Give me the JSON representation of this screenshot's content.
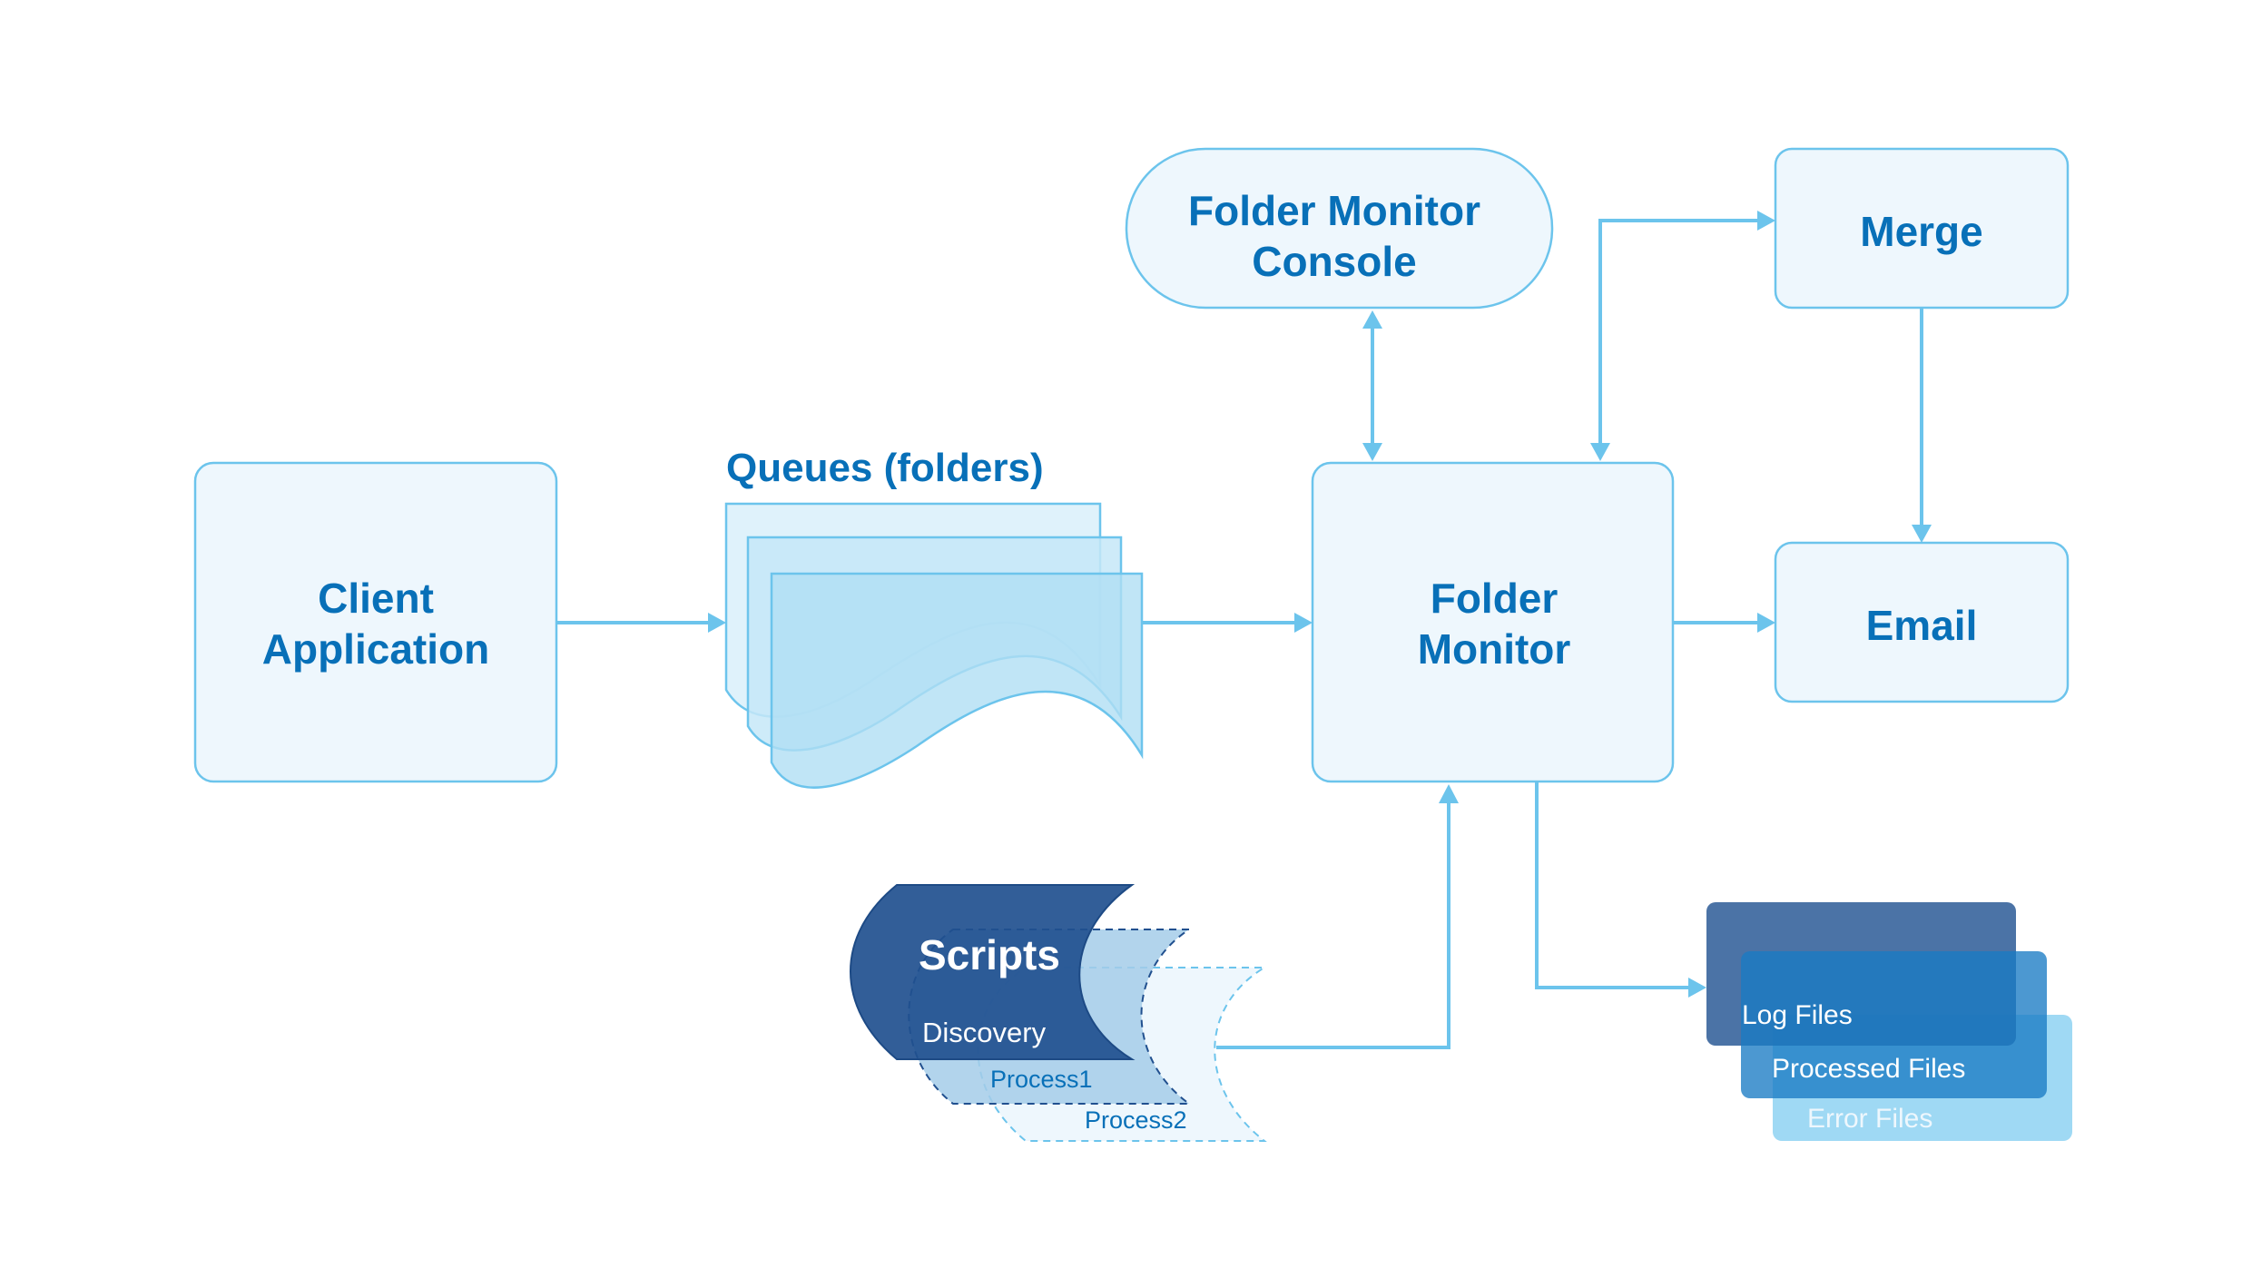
{
  "diagram": {
    "nodes": {
      "client_application": {
        "line1": "Client",
        "line2": "Application"
      },
      "queues": {
        "label": "Queues (folders)"
      },
      "folder_monitor_console": {
        "line1": "Folder Monitor",
        "line2": "Console"
      },
      "merge": {
        "label": "Merge"
      },
      "folder_monitor": {
        "line1": "Folder",
        "line2": "Monitor"
      },
      "email": {
        "label": "Email"
      },
      "scripts": {
        "title": "Scripts",
        "items": [
          "Discovery",
          "Process1",
          "Process2"
        ]
      },
      "files": {
        "items": [
          "Log Files",
          "Processed Files",
          "Error Files"
        ]
      }
    },
    "edges": [
      {
        "from": "Client Application",
        "to": "Queues (folders)",
        "direction": "forward"
      },
      {
        "from": "Queues (folders)",
        "to": "Folder Monitor",
        "direction": "forward"
      },
      {
        "from": "Folder Monitor Console",
        "to": "Folder Monitor",
        "direction": "both"
      },
      {
        "from": "Folder Monitor",
        "to": "Merge",
        "direction": "both"
      },
      {
        "from": "Merge",
        "to": "Email",
        "direction": "forward"
      },
      {
        "from": "Folder Monitor",
        "to": "Email",
        "direction": "forward"
      },
      {
        "from": "Scripts",
        "to": "Folder Monitor",
        "direction": "forward"
      },
      {
        "from": "Folder Monitor",
        "to": "Files",
        "direction": "forward"
      }
    ],
    "colors": {
      "box_fill": "#eef7fd",
      "box_stroke": "#6cc4ec",
      "text": "#0870b8",
      "connector": "#6cc4ec",
      "scripts_dark": "#21508f",
      "log_files": "#2c5a97",
      "processed_files": "#1a7bc4",
      "error_files": "#8ed2f2"
    }
  }
}
